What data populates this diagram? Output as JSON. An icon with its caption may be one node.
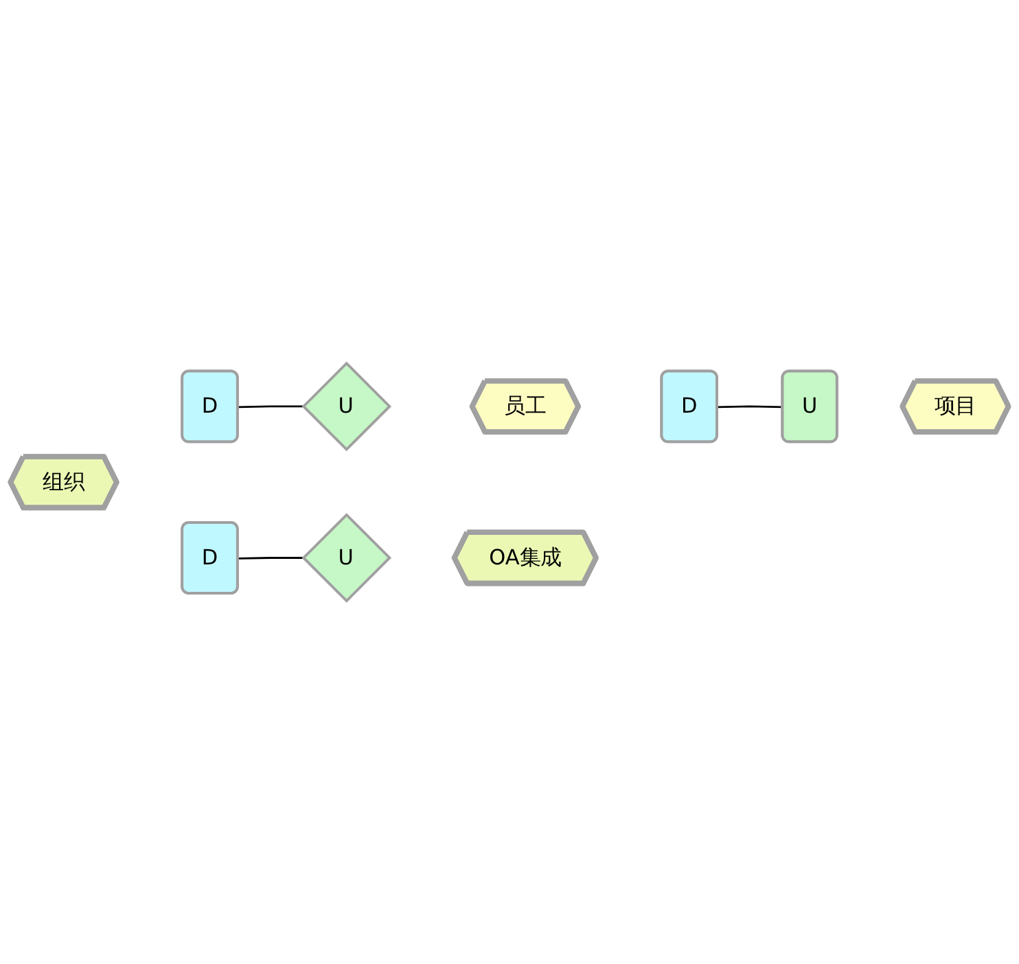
{
  "diagram": {
    "nodes": [
      {
        "text": [
          "组织"
        ]
      },
      {
        "text": [
          "D"
        ]
      },
      {
        "text": [
          "U"
        ]
      },
      {
        "text": [
          "员工"
        ]
      },
      {
        "text": [
          "D"
        ]
      },
      {
        "text": [
          "D"
        ]
      },
      {
        "text": [
          "U"
        ]
      },
      {
        "text": [
          "U"
        ]
      },
      {
        "text": [
          "OA集成"
        ]
      },
      {
        "text": [
          "项目"
        ]
      }
    ],
    "edges": [
      {
        "from": 1,
        "to": 2,
        "arrow": "none"
      },
      {
        "from": 5,
        "to": 6,
        "arrow": "none"
      },
      {
        "from": 4,
        "to": 7,
        "arrow": "none"
      }
    ]
  }
}
